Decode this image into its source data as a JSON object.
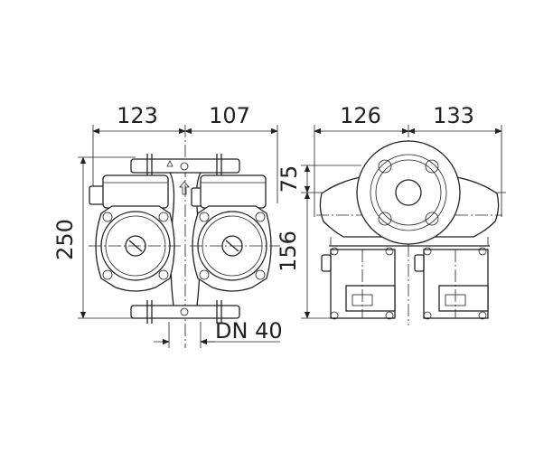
{
  "drawing": {
    "front_view": {
      "width_left": "123",
      "width_right": "107",
      "height_total": "250",
      "connection": "DN 40"
    },
    "side_view": {
      "width_left": "126",
      "width_right": "133",
      "axis_offset": "75",
      "height_below_axis": "156"
    }
  },
  "colors": {
    "line": "#222222",
    "background": "#ffffff"
  }
}
